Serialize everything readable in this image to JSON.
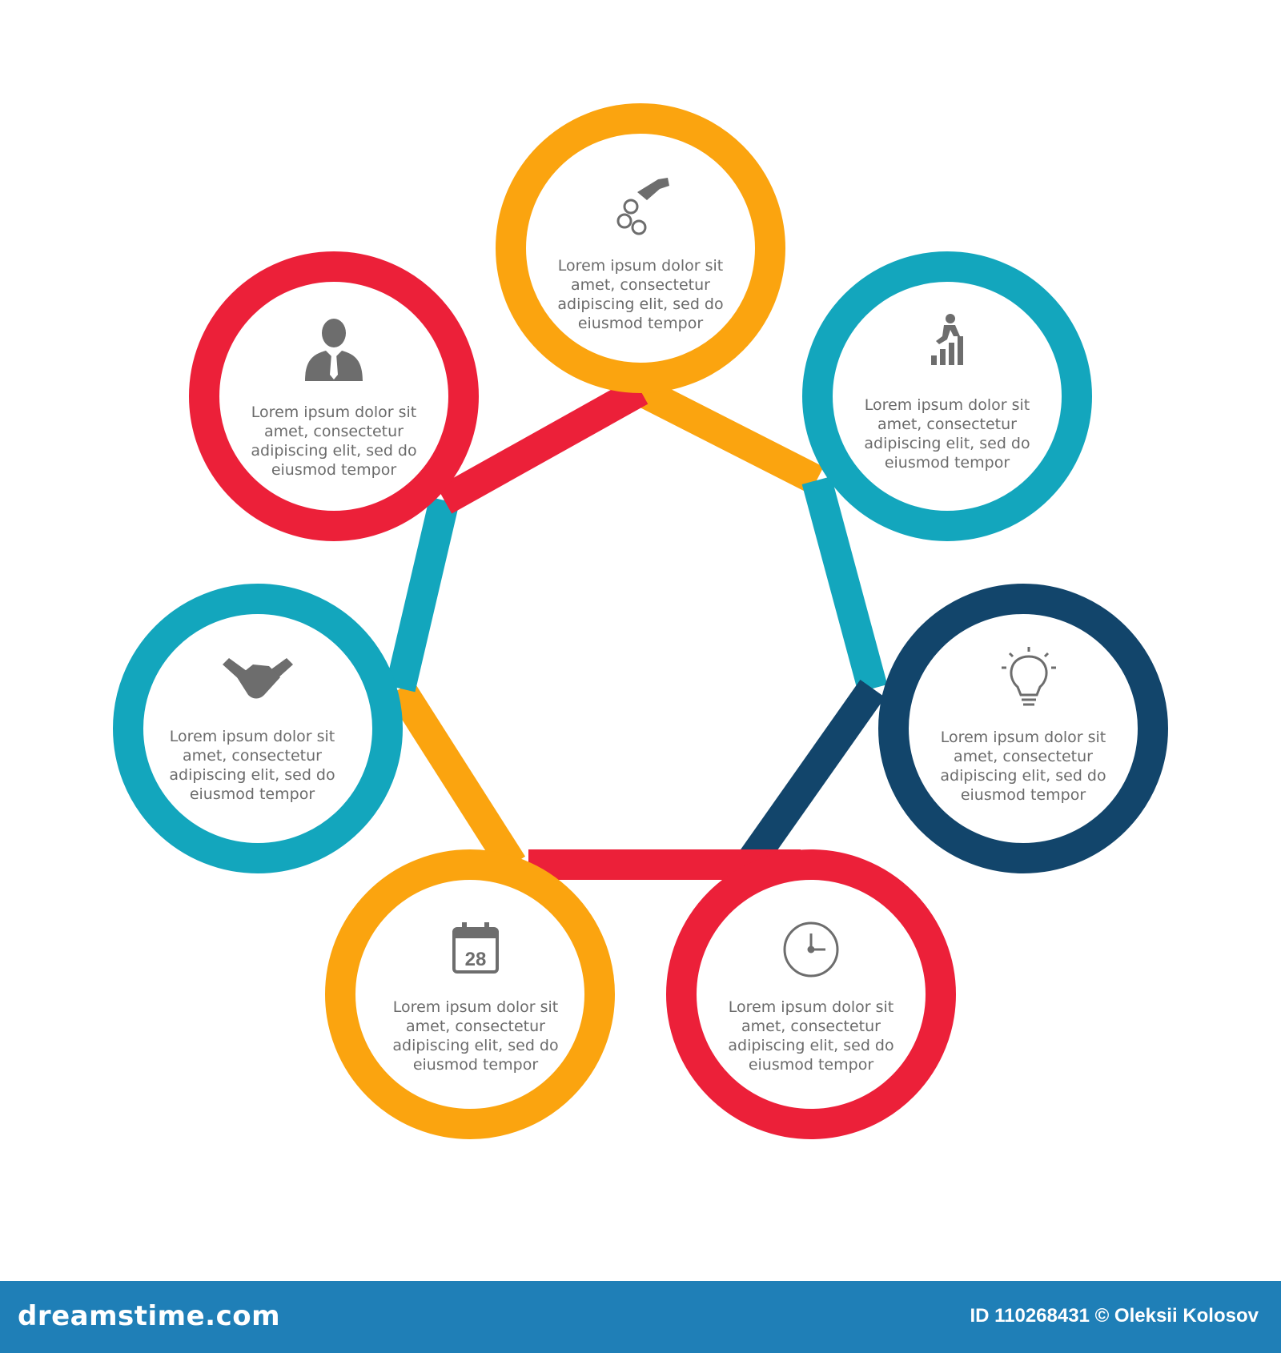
{
  "colors": {
    "orange": "#fba40f",
    "teal": "#13a6bd",
    "navy": "#12456b",
    "red": "#ec2039",
    "icon": "#6d6d6d",
    "footer": "#1f7fb7"
  },
  "nodes": [
    {
      "id": "top",
      "color": "orange",
      "icon": "hand-gears-icon",
      "lines": [
        "Lorem ipsum dolor sit",
        "amet, consectetur",
        "adipiscing elit, sed do",
        "eiusmod tempor"
      ]
    },
    {
      "id": "upper-right",
      "color": "teal",
      "icon": "growth-chart-icon",
      "lines": [
        "Lorem ipsum dolor sit",
        "amet, consectetur",
        "adipiscing elit, sed do",
        "eiusmod tempor"
      ]
    },
    {
      "id": "right",
      "color": "navy",
      "icon": "lightbulb-icon",
      "lines": [
        "Lorem ipsum dolor sit",
        "amet, consectetur",
        "adipiscing elit, sed do",
        "eiusmod tempor"
      ]
    },
    {
      "id": "bottom-right",
      "color": "red",
      "icon": "clock-icon",
      "lines": [
        "Lorem ipsum dolor sit",
        "amet, consectetur",
        "adipiscing elit, sed do",
        "eiusmod tempor"
      ]
    },
    {
      "id": "bottom-left",
      "color": "orange",
      "icon": "calendar-icon",
      "calendar_day": "28",
      "lines": [
        "Lorem ipsum dolor sit",
        "amet, consectetur",
        "adipiscing elit, sed do",
        "eiusmod tempor"
      ]
    },
    {
      "id": "left",
      "color": "teal",
      "icon": "handshake-icon",
      "lines": [
        "Lorem ipsum dolor sit",
        "amet, consectetur",
        "adipiscing elit, sed do",
        "eiusmod tempor"
      ]
    },
    {
      "id": "upper-left",
      "color": "red",
      "icon": "businessman-icon",
      "lines": [
        "Lorem ipsum dolor sit",
        "amet, consectetur",
        "adipiscing elit, sed do",
        "eiusmod tempor"
      ]
    }
  ],
  "footer": {
    "brand": "dreamstime.com",
    "credit": "ID 110268431 © Oleksii Kolosov"
  }
}
